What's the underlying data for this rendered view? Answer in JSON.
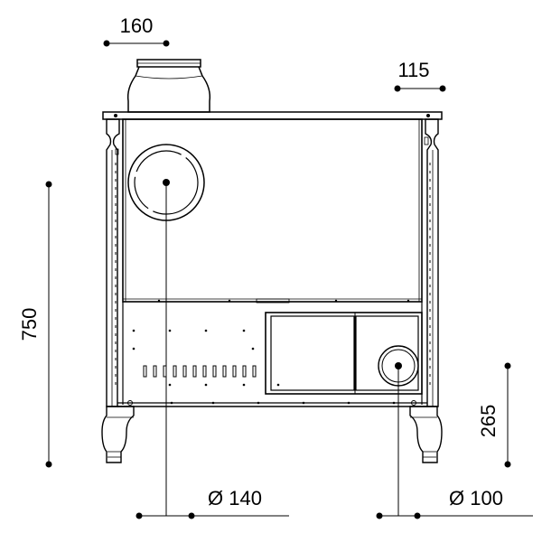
{
  "dimensions": {
    "top_flue_width": "160",
    "rear_offset": "115",
    "overall_height": "750",
    "rear_outlet_height": "265",
    "top_flue_diameter": "Ø 140",
    "rear_outlet_diameter": "Ø 100"
  }
}
